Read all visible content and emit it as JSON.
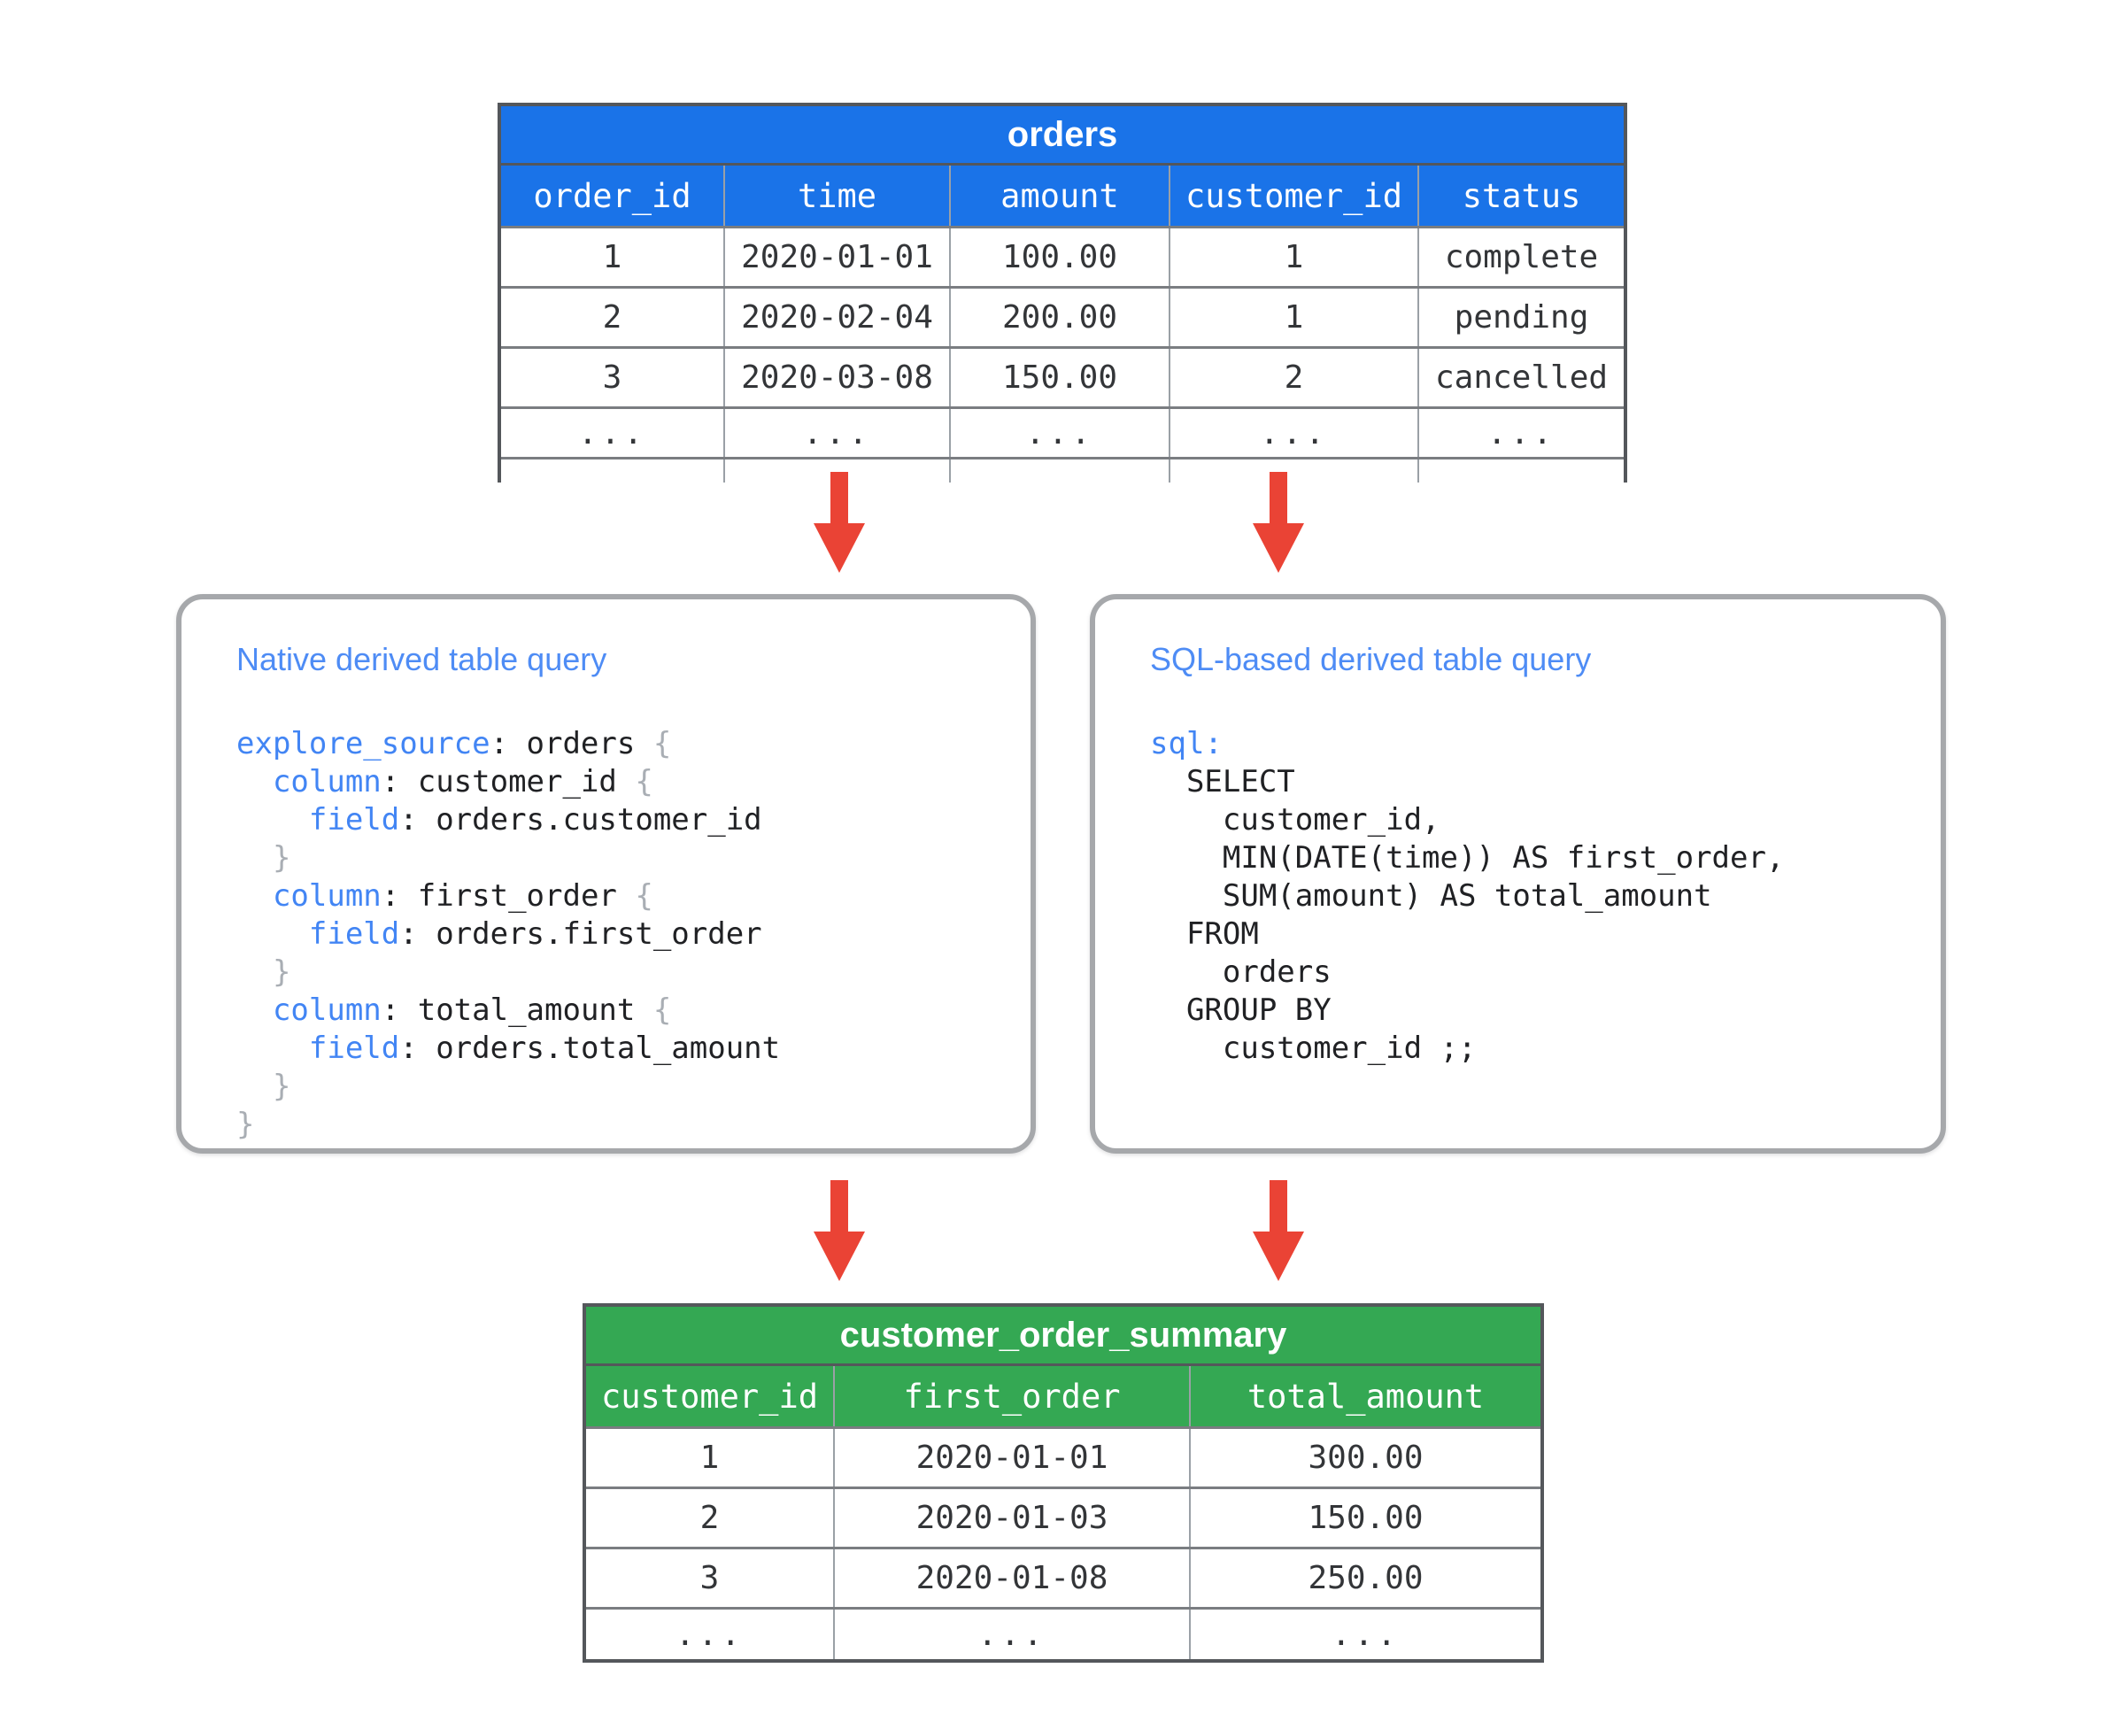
{
  "colors": {
    "blue-header": "#1a73e8",
    "green-header": "#34a853",
    "arrow-red": "#ea4335",
    "box-border": "#a6a8ab",
    "box-title-blue": "#4e8cf5",
    "code-key-blue": "#4285f4",
    "code-text": "#202124",
    "brace-gray": "#a9aeb4",
    "table-border-dark": "#54575b",
    "row-line": "#7a7d81",
    "col-line": "#9aa0a6",
    "cell-text": "#333538"
  },
  "orders_table": {
    "title": "orders",
    "columns": [
      "order_id",
      "time",
      "amount",
      "customer_id",
      "status"
    ],
    "rows": [
      [
        "1",
        "2020-01-01",
        "100.00",
        "1",
        "complete"
      ],
      [
        "2",
        "2020-02-04",
        "200.00",
        "1",
        "pending"
      ],
      [
        "3",
        "2020-03-08",
        "150.00",
        "2",
        "cancelled"
      ],
      [
        "...",
        "...",
        "...",
        "...",
        "..."
      ],
      [
        "",
        "",
        "",
        "",
        ""
      ]
    ]
  },
  "native_box": {
    "title": "Native derived table query",
    "code": [
      [
        [
          "k",
          "explore_source"
        ],
        [
          "p",
          ": orders "
        ],
        [
          "b",
          "{"
        ]
      ],
      [
        [
          "p",
          "  "
        ],
        [
          "k",
          "column"
        ],
        [
          "p",
          ": customer_id "
        ],
        [
          "b",
          "{"
        ]
      ],
      [
        [
          "p",
          "    "
        ],
        [
          "k",
          "field"
        ],
        [
          "p",
          ": orders.customer_id"
        ]
      ],
      [
        [
          "p",
          "  "
        ],
        [
          "b",
          "}"
        ]
      ],
      [
        [
          "p",
          "  "
        ],
        [
          "k",
          "column"
        ],
        [
          "p",
          ": first_order "
        ],
        [
          "b",
          "{"
        ]
      ],
      [
        [
          "p",
          "    "
        ],
        [
          "k",
          "field"
        ],
        [
          "p",
          ": orders.first_order"
        ]
      ],
      [
        [
          "p",
          "  "
        ],
        [
          "b",
          "}"
        ]
      ],
      [
        [
          "p",
          "  "
        ],
        [
          "k",
          "column"
        ],
        [
          "p",
          ": total_amount "
        ],
        [
          "b",
          "{"
        ]
      ],
      [
        [
          "p",
          "    "
        ],
        [
          "k",
          "field"
        ],
        [
          "p",
          ": orders.total_amount"
        ]
      ],
      [
        [
          "p",
          "  "
        ],
        [
          "b",
          "}"
        ]
      ],
      [
        [
          "b",
          "}"
        ]
      ]
    ]
  },
  "sql_box": {
    "title": "SQL-based derived table query",
    "code": [
      [
        [
          "k",
          "sql:"
        ]
      ],
      [
        [
          "p",
          "  SELECT"
        ]
      ],
      [
        [
          "p",
          "    customer_id,"
        ]
      ],
      [
        [
          "p",
          "    MIN(DATE(time)) AS first_order,"
        ]
      ],
      [
        [
          "p",
          "    SUM(amount) AS total_amount"
        ]
      ],
      [
        [
          "p",
          "  FROM"
        ]
      ],
      [
        [
          "p",
          "    orders"
        ]
      ],
      [
        [
          "p",
          "  GROUP BY"
        ]
      ],
      [
        [
          "p",
          "    customer_id ;;"
        ]
      ]
    ]
  },
  "summary_table": {
    "title": "customer_order_summary",
    "columns": [
      "customer_id",
      "first_order",
      "total_amount"
    ],
    "rows": [
      [
        "1",
        "2020-01-01",
        "300.00"
      ],
      [
        "2",
        "2020-01-03",
        "150.00"
      ],
      [
        "3",
        "2020-01-08",
        "250.00"
      ],
      [
        "...",
        "...",
        "..."
      ]
    ]
  }
}
